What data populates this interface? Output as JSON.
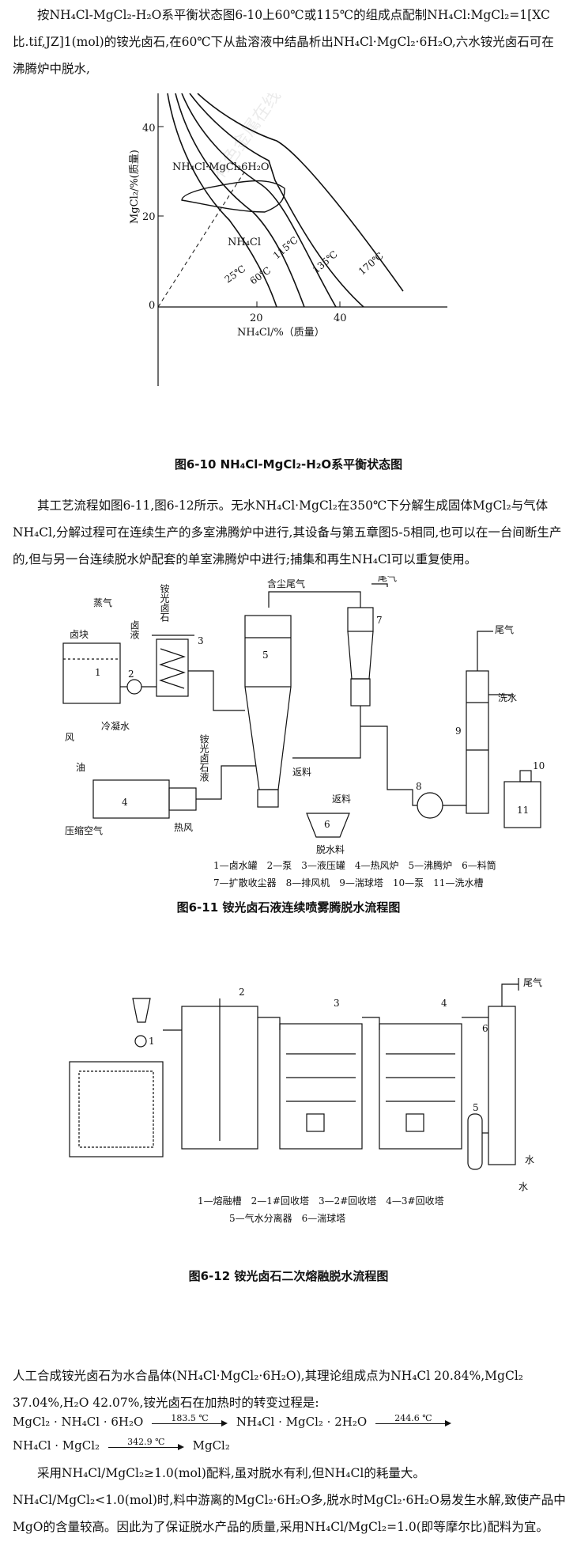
{
  "para1": "按NH₄Cl-MgCl₂-H₂O系平衡状态图6-10上60℃或115℃的组成点配制NH₄Cl:MgCl₂=1[XC比.tif,JZ]1(mol)的铵光卤石,在60℃下从盐溶液中结晶析出NH₄Cl·MgCl₂·6H₂O,六水铵光卤石可在沸腾炉中脱水,",
  "fig1": {
    "ylabel": "MgCl₂/%(质量)",
    "xlabel": "NH₄Cl/%（质量）",
    "y_ticks": [
      "40",
      "20",
      "0"
    ],
    "x_ticks": [
      "20",
      "40"
    ],
    "label_hydrate": "NH₄Cl·MgCl₂6H₂O",
    "label_nh4cl": "NH₄Cl",
    "temps": [
      "25℃",
      "60℃",
      "115℃",
      "135℃",
      "170℃"
    ],
    "watermark": "有色金属在线 www.cnnmol.com",
    "caption": "图6-10 NH₄Cl-MgCl₂-H₂O系平衡状态图"
  },
  "para2": "其工艺流程如图6-11,图6-12所示。无水NH₄Cl·MgCl₂在350℃下分解生成固体MgCl₂与气体NH₄Cl,分解过程可在连续生产的多室沸腾炉中进行,其设备与第五章图5-5相同,也可以在一台间断生产的,但与另一台连续脱水炉配套的单室沸腾炉中进行;捕集和再生NH₄Cl可以重复使用。",
  "fig2": {
    "labels": {
      "steam": "蒸气",
      "brine_block": "卤块",
      "brine": "卤液",
      "carnallite": "铵光卤石",
      "carnallite_liquid": "铵光卤石液",
      "wind": "风",
      "cond_water": "冷凝水",
      "oil": "油",
      "compressed_air": "压缩空气",
      "hot_air": "热风",
      "dusty_gas": "含尘尾气",
      "tail_gas": "尾气",
      "tail_gas2": "尾气",
      "return1": "返料",
      "return2": "返料",
      "dewater": "脱水料",
      "wash_water": "洗水"
    },
    "numbers": [
      "1",
      "2",
      "3",
      "4",
      "5",
      "6",
      "7",
      "8",
      "9",
      "10",
      "11"
    ],
    "legend_line1": "1—卤水罐　2—泵　3—液压罐　4—热风炉　5—沸腾炉　6—料筒",
    "legend_line2": "7—扩散收尘器　8—排风机　9—湍球塔　10—泵　11—洗水槽",
    "caption": "图6-11 铵光卤石液连续喷雾腾脱水流程图"
  },
  "fig3": {
    "labels": {
      "tail_gas": "尾气",
      "water_in": "水",
      "water_out": "水"
    },
    "numbers": [
      "1",
      "2",
      "3",
      "4",
      "5",
      "6"
    ],
    "legend_line1": "1—熔融槽　2—1#回收塔　3—2#回收塔　4—3#回收塔",
    "legend_line2": "5—气水分离器　6—湍球塔",
    "caption": "图6-12 铵光卤石二次熔融脱水流程图"
  },
  "para3": "人工合成铵光卤石为水合晶体(NH₄Cl·MgCl₂·6H₂O),其理论组成点为NH₄Cl 20.84%,MgCl₂ 37.04%,H₂O 42.07%,铵光卤石在加热时的转变过程是:",
  "eq": {
    "l1_left": "MgCl₂ · NH₄Cl · 6H₂O",
    "l1_cond1": "183.5 ℃",
    "l1_mid": "NH₄Cl · MgCl₂ · 2H₂O",
    "l1_cond2": "244.6 ℃",
    "l2_left": "NH₄Cl · MgCl₂",
    "l2_cond": "342.9 ℃",
    "l2_right": "MgCl₂"
  },
  "para4": "采用NH₄Cl/MgCl₂≥1.0(mol)配料,虽对脱水有利,但NH₄Cl的耗量大。NH₄Cl/MgCl₂<1.0(mol)时,料中游离的MgCl₂·6H₂O多,脱水时MgCl₂·6H₂O易发生水解,致使产品中MgO的含量较高。因此为了保证脱水产品的质量,采用NH₄Cl/MgCl₂=1.0(即等摩尔比)配料为宜。"
}
